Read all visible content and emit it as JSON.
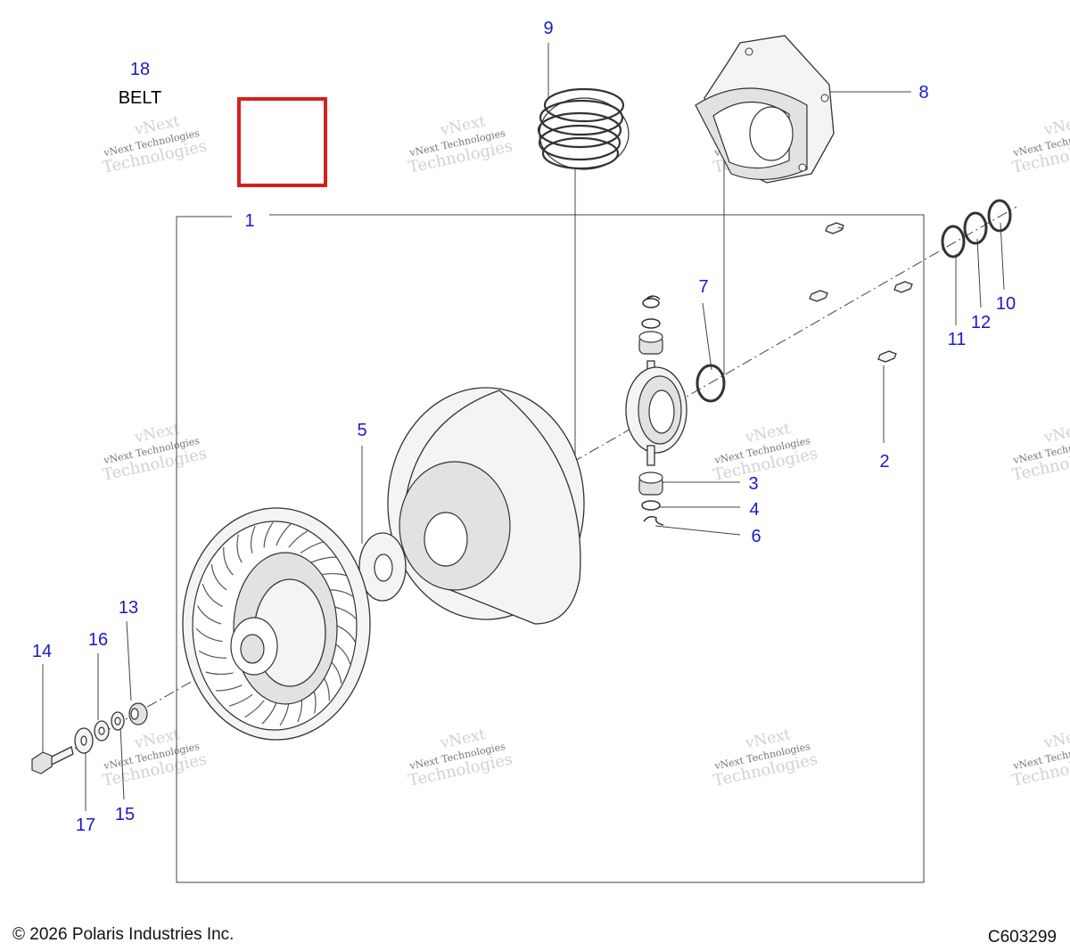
{
  "diagram": {
    "belt": {
      "number": "18",
      "label": "BELT"
    },
    "callouts": [
      {
        "id": "1",
        "text": "1"
      },
      {
        "id": "2",
        "text": "2"
      },
      {
        "id": "3",
        "text": "3"
      },
      {
        "id": "4",
        "text": "4"
      },
      {
        "id": "5",
        "text": "5"
      },
      {
        "id": "6",
        "text": "6"
      },
      {
        "id": "7",
        "text": "7"
      },
      {
        "id": "8",
        "text": "8"
      },
      {
        "id": "9",
        "text": "9"
      },
      {
        "id": "10",
        "text": "10"
      },
      {
        "id": "11",
        "text": "11"
      },
      {
        "id": "12",
        "text": "12"
      },
      {
        "id": "13",
        "text": "13"
      },
      {
        "id": "14",
        "text": "14"
      },
      {
        "id": "15",
        "text": "15"
      },
      {
        "id": "16",
        "text": "16"
      },
      {
        "id": "17",
        "text": "17"
      }
    ],
    "watermark": {
      "line1": "vNext Technologies",
      "line2": "vNext",
      "line3": "Technologies"
    },
    "colors": {
      "callout": "#1a1acc",
      "belt_box": "#d81e1e",
      "lines": "#444444"
    }
  },
  "footer": {
    "copyright": "© 2026 Polaris Industries Inc.",
    "code": "C603299"
  }
}
